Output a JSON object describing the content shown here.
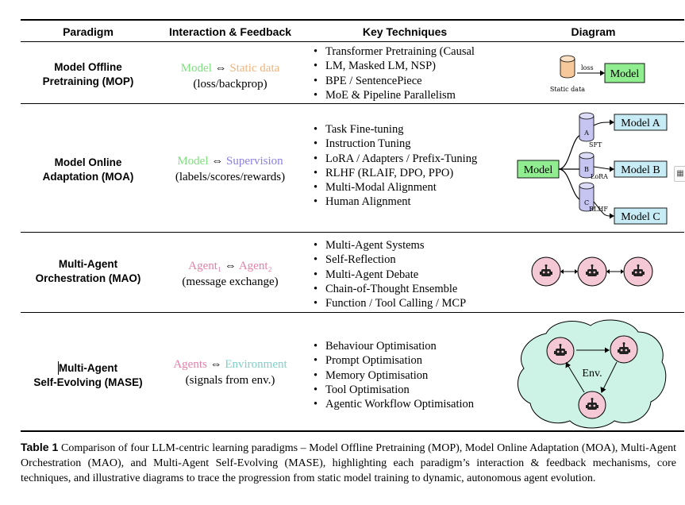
{
  "table": {
    "headers": [
      "Paradigm",
      "Interaction & Feedback",
      "Key Techniques",
      "Diagram"
    ],
    "rows": [
      {
        "paradigm_line1": "Model Offline",
        "paradigm_line2": "Pretraining (MOP)",
        "interaction_left": "Model",
        "interaction_arrow": "⇔",
        "interaction_right": "Static data",
        "interaction_sub": "(loss/backprop)",
        "techniques": [
          "Transformer Pretraining (Causal",
          "LM, Masked LM, NSP)",
          "BPE / SentencePiece",
          "MoE & Pipeline Parallelism"
        ],
        "diagram": {
          "loss": "loss",
          "model": "Model",
          "static": "Static data"
        }
      },
      {
        "paradigm_line1": "Model Online",
        "paradigm_line2": "Adaptation (MOA)",
        "interaction_left": "Model",
        "interaction_arrow": "⇔",
        "interaction_right": "Supervision",
        "interaction_sub": "(labels/scores/rewards)",
        "techniques": [
          "Task Fine-tuning",
          "Instruction Tuning",
          "LoRA / Adapters / Prefix-Tuning",
          "RLHF (RLAIF, DPO, PPO)",
          "Multi-Modal Alignment",
          "Human Alignment"
        ],
        "diagram": {
          "model": "Model",
          "cyl_a": "A",
          "cyl_b": "B",
          "cyl_c": "C",
          "sft": "SFT",
          "lora": "LoRA",
          "rlhf": "RLHF",
          "model_a": "Model A",
          "model_b": "Model B",
          "model_c": "Model C"
        }
      },
      {
        "paradigm_line1": "Multi-Agent",
        "paradigm_line2": "Orchestration (MAO)",
        "interaction_left": "Agent₁",
        "interaction_arrow": "⇔",
        "interaction_right": "Agent₂",
        "interaction_sub": "(message exchange)",
        "techniques": [
          "Multi-Agent Systems",
          "Self-Reflection",
          "Multi-Agent Debate",
          "Chain-of-Thought Ensemble",
          "Function / Tool Calling / MCP"
        ]
      },
      {
        "paradigm_line1": "Multi-Agent",
        "paradigm_line2": "Self-Evolving (MASE)",
        "interaction_left": "Agents",
        "interaction_arrow": "⇔",
        "interaction_right": "Environment",
        "interaction_sub": "(signals from env.)",
        "techniques": [
          "Behaviour Optimisation",
          "Prompt Optimisation",
          "Memory Optimisation",
          "Tool Optimisation",
          "Agentic Workflow Optimisation"
        ],
        "diagram": {
          "env": "Env."
        }
      }
    ]
  },
  "caption": {
    "label": "Table 1",
    "text": "Comparison of four LLM-centric learning paradigms – Model Offline Pretraining (MOP), Model Online Adaptation (MOA), Multi-Agent Orchestration (MAO), and Multi-Agent Self-Evolving (MASE), highlighting each paradigm’s interaction & feedback mechanisms, core techniques, and illustrative diagrams to trace the progression from static model training to dynamic, autonomous agent evolution."
  },
  "colors": {
    "model": "#7ee07e",
    "static_data": "#f2b27a",
    "supervision": "#8a7fe8",
    "agent": "#e57fa8",
    "environment": "#7fd0c8",
    "model_box_fill": "#90ee90",
    "variant_box_fill": "#c8ecf5",
    "cylinder_fill": "#c6c4f0",
    "agent_node_fill": "#f4c8d4",
    "env_cloud_fill": "#ccf3e6"
  },
  "icons": [
    "robot-icon",
    "database-icon",
    "cylinder-icon",
    "table-icon"
  ]
}
